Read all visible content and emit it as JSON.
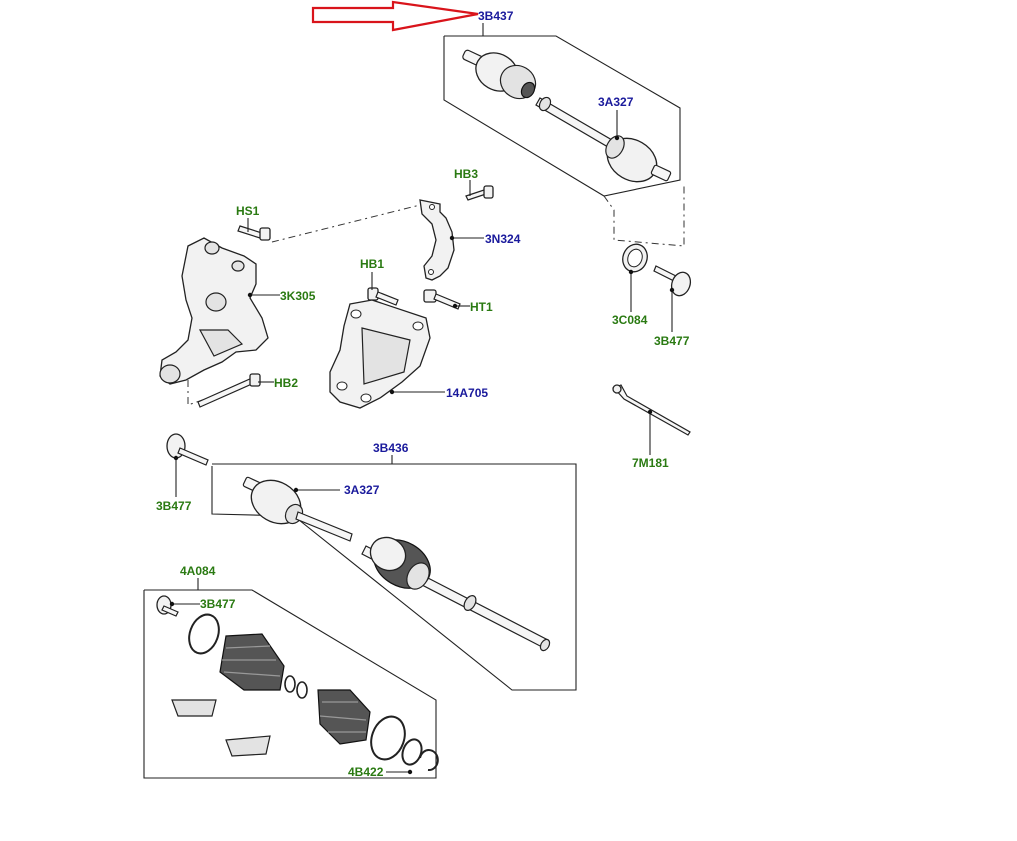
{
  "colors": {
    "label_blue": "#1a1a9c",
    "label_green": "#2a7a12",
    "arrow_red": "#d9141b"
  },
  "labels": {
    "3B437": "3B437",
    "3A327_top": "3A327",
    "HB3": "HB3",
    "3N324": "3N324",
    "HS1": "HS1",
    "3K305": "3K305",
    "HB1": "HB1",
    "HT1": "HT1",
    "14A705": "14A705",
    "HB2": "HB2",
    "3C084": "3C084",
    "3B477_right": "3B477",
    "7M181": "7M181",
    "3B436": "3B436",
    "3B477_left": "3B477",
    "3A327_mid": "3A327",
    "4A084": "4A084",
    "3B477_kit": "3B477",
    "4B422": "4B422"
  }
}
